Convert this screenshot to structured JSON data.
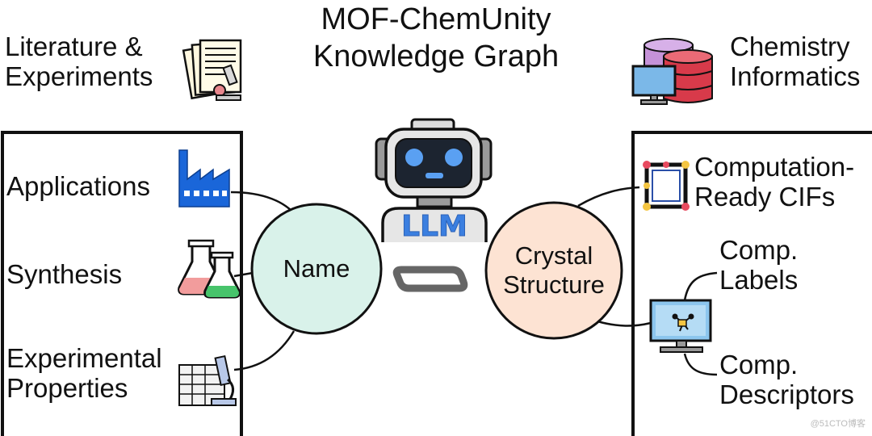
{
  "title": {
    "line1": "MOF-ChemUnity",
    "line2": "Knowledge Graph"
  },
  "left_header": {
    "line1": "Literature &",
    "line2": "Experiments"
  },
  "right_header": {
    "line1": "Chemistry",
    "line2": "Informatics"
  },
  "left_box": {
    "applications": "Applications",
    "synthesis": "Synthesis",
    "experimental": {
      "line1": "Experimental",
      "line2": "Properties"
    }
  },
  "center": {
    "name_node": "Name",
    "llm": "LLM",
    "crystal_node": {
      "line1": "Crystal",
      "line2": "Structure"
    }
  },
  "right_box": {
    "cifs": {
      "line1": "Computation-",
      "line2": "Ready CIFs"
    },
    "labels": {
      "line1": "Comp.",
      "line2": "Labels"
    },
    "descriptors": {
      "line1": "Comp.",
      "line2": "Descriptors"
    }
  },
  "watermark": "@51CTO博客",
  "colors": {
    "name_circle": "#d9f2ea",
    "crystal_circle": "#fde3d3",
    "llm_text": "#3b7fe0",
    "factory": "#1a66d9",
    "database": "#d83a4a"
  }
}
